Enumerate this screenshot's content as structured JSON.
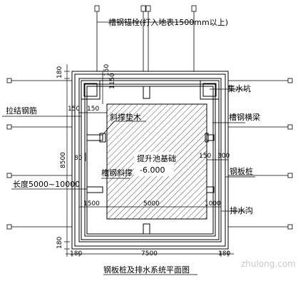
{
  "labels": {
    "anchor_bolt": "槽钢锚栓(打入地表1500mm以上)",
    "sump": "集水坑",
    "tie_rebar": "拉结钢筋",
    "waling": "槽钢横梁",
    "brace_block": "斜撑垫木",
    "pit_foundation": "提升池基础",
    "elevation": "-6.000",
    "channel_brace": "槽钢斜撑",
    "sheet_pile": "钢板桩",
    "length_range": "长度5000~10000",
    "drain_ditch": "排水沟",
    "title": "钢板桩及排水系统平面图"
  },
  "dimensions": {
    "top_left_180": "180",
    "bottom_left_180": "180",
    "height_8500": "8500",
    "top_150": "150",
    "top_150b": "150",
    "top_1150": "1150",
    "left_80": "80",
    "right_150": "150",
    "right_300": "300",
    "left_1500": "1500",
    "mid_5000": "5000",
    "right_1000": "1000",
    "bottom_180a": "180",
    "bottom_7500": "7500",
    "bottom_180b": "180"
  },
  "watermark": "zhulong.com"
}
